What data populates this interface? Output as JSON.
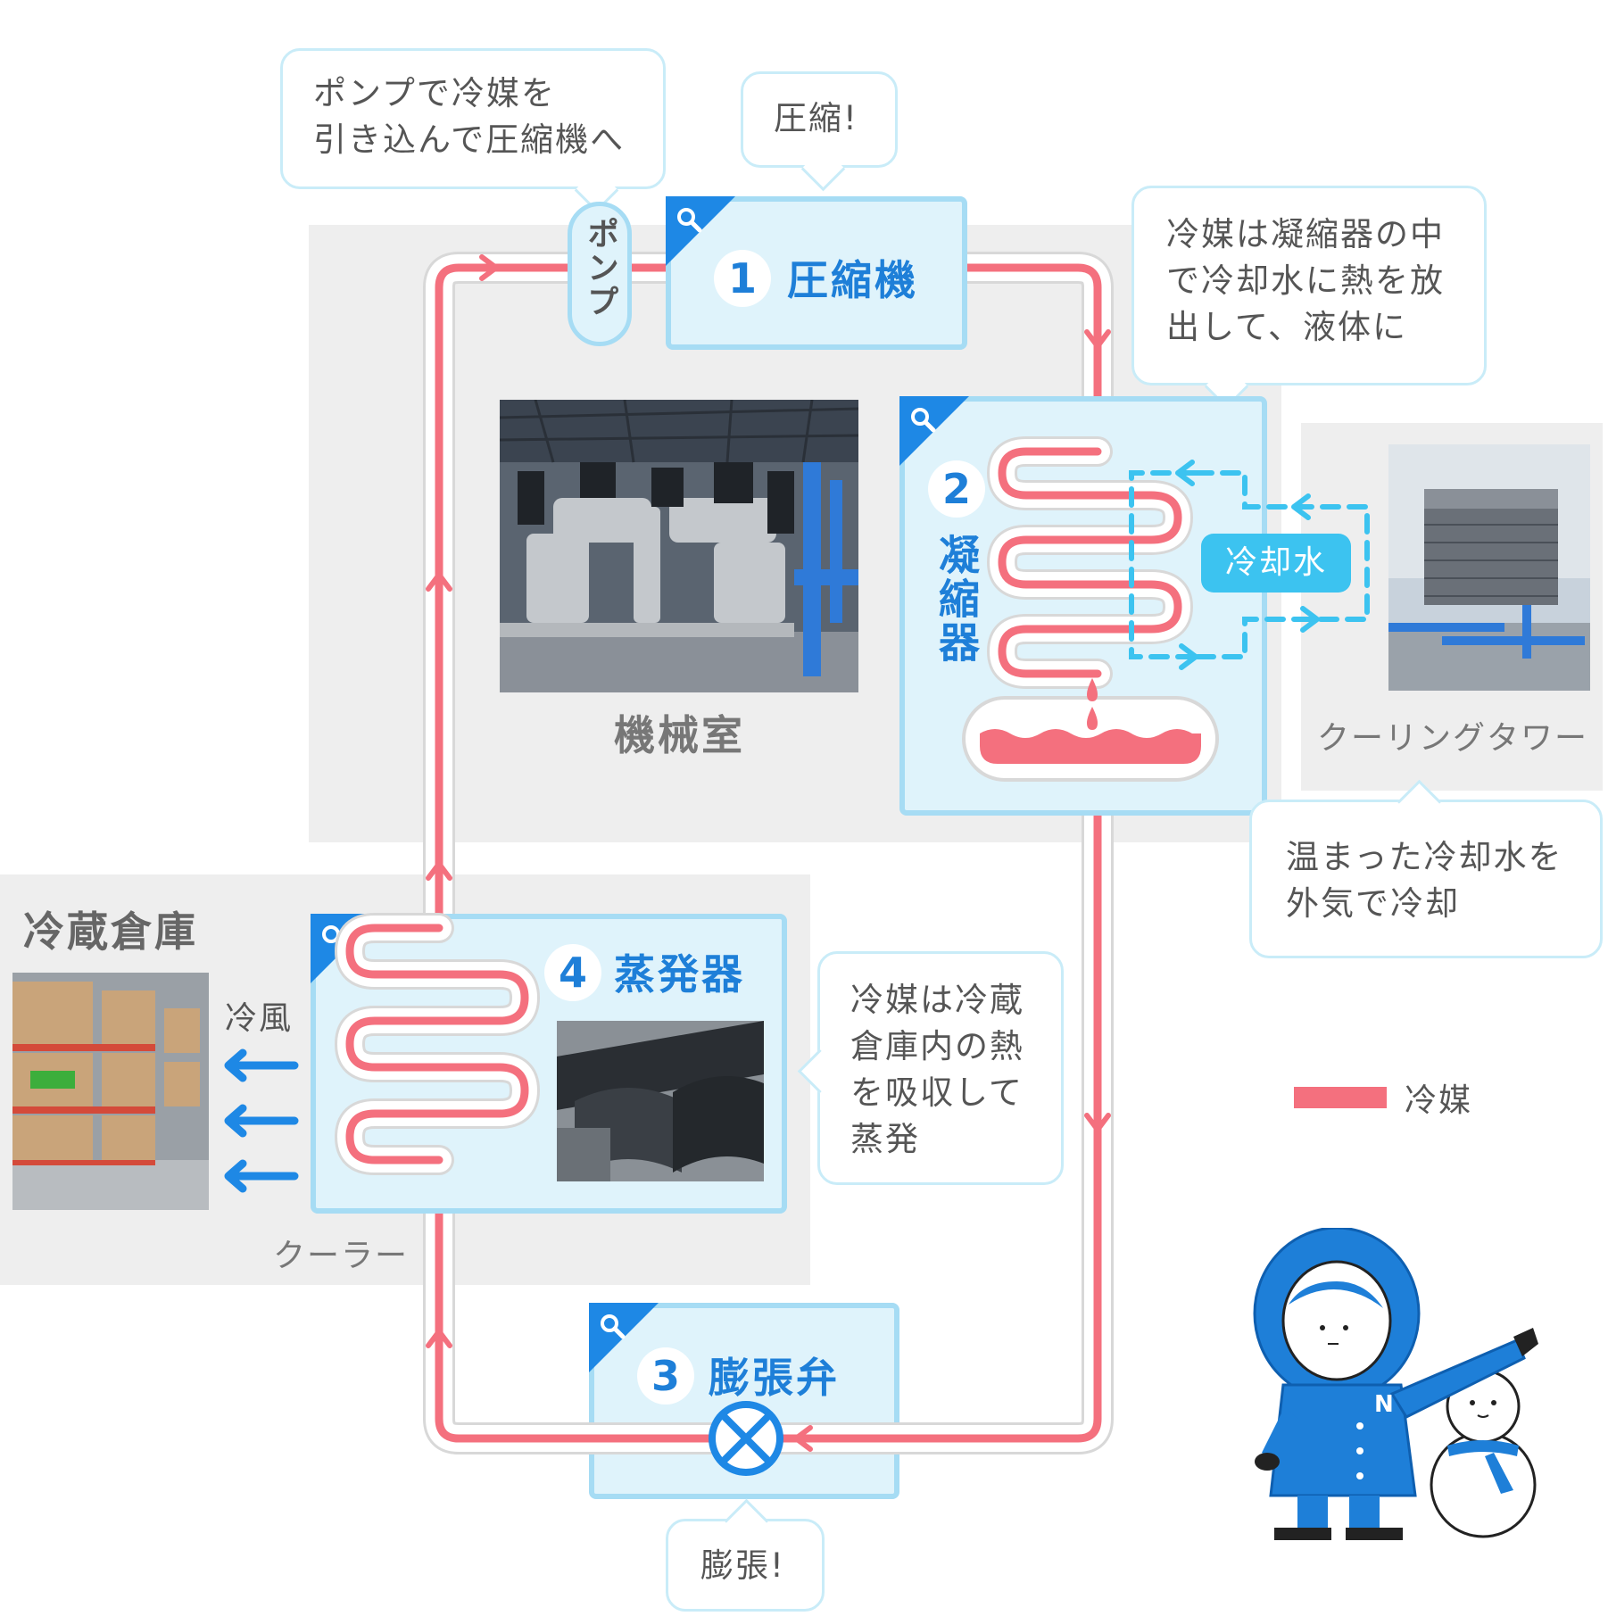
{
  "pump": {
    "bubble_text": "ポンプで冷媒を\n引き込んで圧縮機へ",
    "label": "ポンプ"
  },
  "compressor": {
    "number": "1",
    "title": "圧縮機",
    "bubble_text": "圧縮!"
  },
  "condenser": {
    "number": "2",
    "title": "凝縮器",
    "bubble_text": "冷媒は凝縮器の中\nで冷却水に熱を放\n出して、液体に"
  },
  "cooling_water": {
    "label": "冷却水"
  },
  "cooling_tower": {
    "label": "クーリングタワー",
    "bubble_text": "温まった冷却水を\n外気で冷却"
  },
  "machine_room": {
    "label": "機械室"
  },
  "expansion_valve": {
    "number": "3",
    "title": "膨張弁",
    "bubble_text": "膨張!"
  },
  "evaporator": {
    "number": "4",
    "title": "蒸発器",
    "bubble_text": "冷媒は冷蔵\n倉庫内の熱\nを吸収して\n蒸発",
    "cooler_label": "クーラー"
  },
  "warehouse": {
    "title": "冷蔵倉庫",
    "wind_label": "冷風"
  },
  "legend": {
    "refrigerant": "冷媒"
  },
  "colors": {
    "refrigerant": "#f4707e",
    "accent_blue": "#1e7fd8",
    "box_fill": "#dff3fb",
    "box_border": "#a6dcf4",
    "water": "#3cc3f0"
  }
}
